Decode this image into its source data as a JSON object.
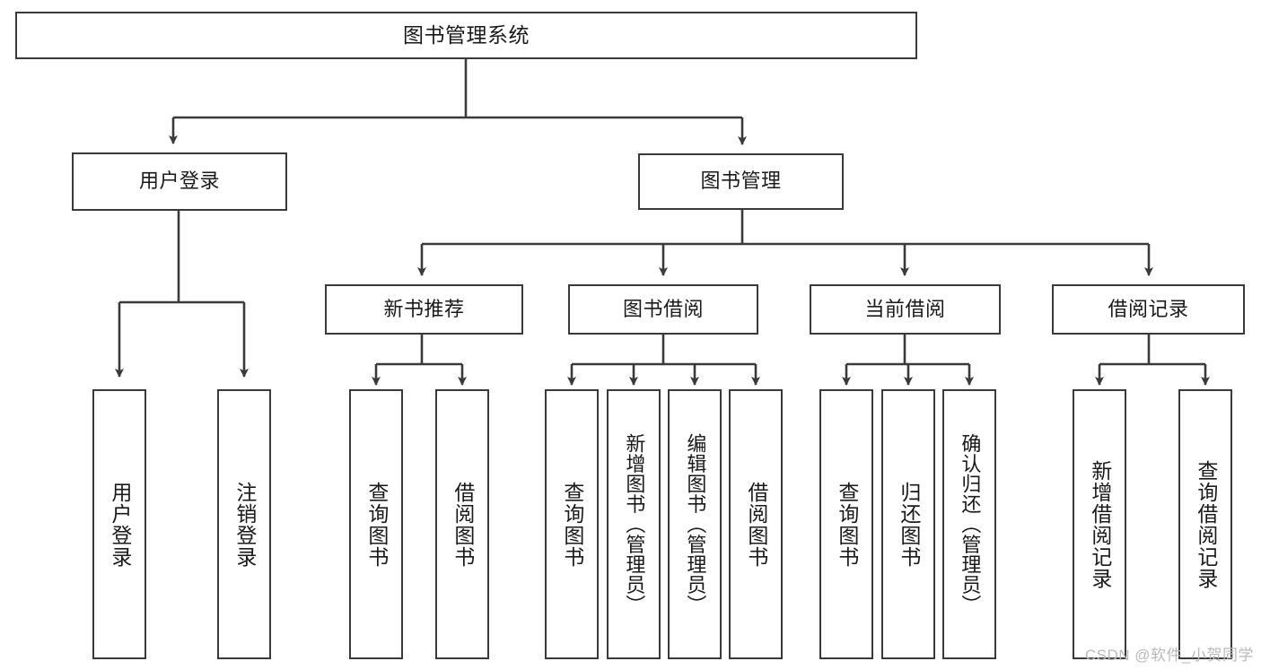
{
  "diagram": {
    "title": "图书管理系统",
    "watermark": "CSDN @软件_小贺同学",
    "colors": {
      "box_border": "#3a3a3a",
      "connector": "#3a3a3a",
      "text": "#1a1a1a",
      "background": "#ffffff",
      "watermark": "#b9b9b9"
    },
    "nodes": {
      "root": {
        "label": "图书管理系统"
      },
      "level1": [
        {
          "label": "用户登录"
        },
        {
          "label": "图书管理"
        }
      ],
      "level2": [
        {
          "label": "新书推荐"
        },
        {
          "label": "图书借阅"
        },
        {
          "label": "当前借阅"
        },
        {
          "label": "借阅记录"
        }
      ],
      "leaves": {
        "user_login": [
          {
            "label": "用户登录"
          },
          {
            "label": "注销登录"
          }
        ],
        "new_book_recommend": [
          {
            "label": "查询图书"
          },
          {
            "label": "借阅图书"
          }
        ],
        "book_borrow": [
          {
            "label": "查询图书"
          },
          {
            "label": "新增图书（管理员）"
          },
          {
            "label": "编辑图书（管理员）"
          },
          {
            "label": "借阅图书"
          }
        ],
        "current_borrow": [
          {
            "label": "查询图书"
          },
          {
            "label": "归还图书"
          },
          {
            "label": "确认归还（管理员）"
          }
        ],
        "borrow_record": [
          {
            "label": "新增借阅记录"
          },
          {
            "label": "查询借阅记录"
          }
        ]
      }
    }
  }
}
